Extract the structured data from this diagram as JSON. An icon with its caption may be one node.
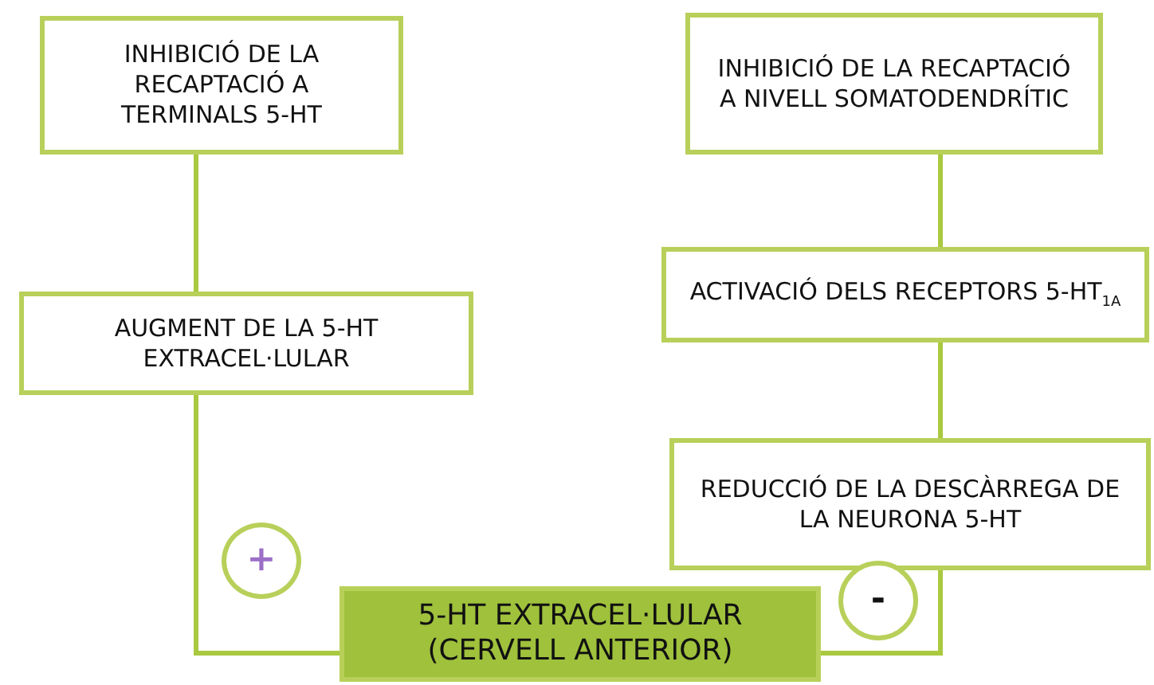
{
  "diagram": {
    "nodes": [
      {
        "text": [
          "INHIBICIÓ DE LA RECAPTACIÓ A TERMINALS 5-HT"
        ]
      },
      {
        "text": [
          "AUGMENT DE LA 5-HT EXTRACEL·LULAR"
        ]
      },
      {
        "text": [
          "INHIBICIÓ DE LA RECAPTACIÓ A NIVELL SOMATODENDRÍTIC"
        ]
      },
      {
        "text": [
          "ACTIVACIÓ DELS RECEPTORS 5-HT$_{1A}$"
        ]
      },
      {
        "text": [
          "REDUCCIÓ DE LA DESCÀRREGA DE LA NEURONA 5-HT"
        ]
      },
      {
        "text": [
          "5-HT EXTRACEL·LULAR (CERVELL ANTERIOR)"
        ]
      },
      {
        "text": [
          "+"
        ]
      },
      {
        "text": [
          "-"
        ]
      }
    ],
    "edges": [
      {
        "from": 0,
        "to": 1,
        "arrow": "none"
      },
      {
        "from": 2,
        "to": 3,
        "arrow": "none"
      },
      {
        "from": 3,
        "to": 4,
        "arrow": "none"
      },
      {
        "from": 1,
        "to": 5,
        "arrow": "none"
      },
      {
        "from": 4,
        "to": 5,
        "arrow": "none"
      }
    ]
  }
}
